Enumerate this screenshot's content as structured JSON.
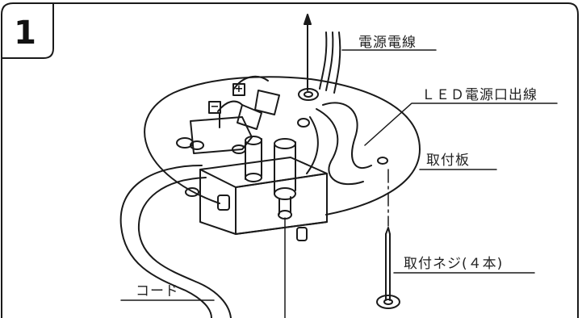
{
  "step": {
    "number": "1"
  },
  "labels": {
    "power_wire": "電源電線",
    "led_power_outlet": "ＬＥＤ電源口出線",
    "mounting_plate": "取付板",
    "mounting_screws": "取付ネジ(４本)",
    "cord": "コード"
  },
  "terminals": {
    "plus": "+",
    "minus": "−"
  }
}
